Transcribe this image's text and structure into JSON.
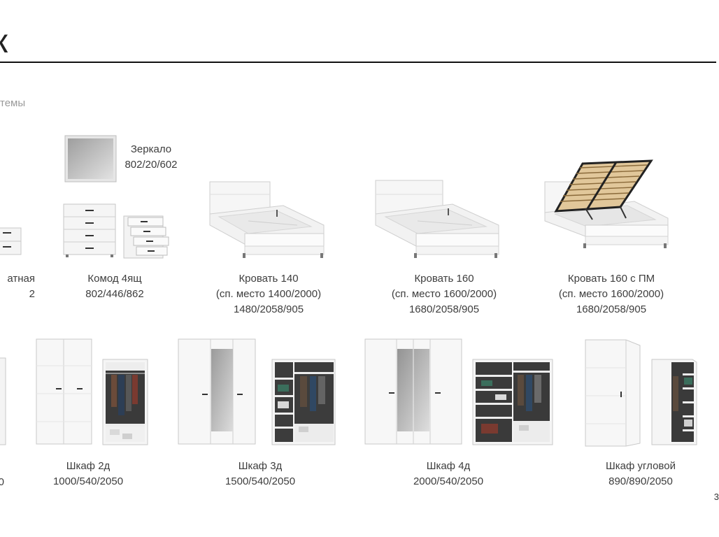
{
  "header": {
    "title": "к",
    "subtitle": "темы"
  },
  "products": {
    "mirror": {
      "name": "Зеркало",
      "dims": "802/20/602"
    },
    "partial_left_row1": {
      "name": "атная",
      "dims": "2"
    },
    "dresser4": {
      "name": "Комод 4ящ",
      "dims": "802/446/862"
    },
    "bed140": {
      "name": "Кровать 140",
      "sleep": "(сп. место 1400/2000)",
      "dims": "1480/2058/905"
    },
    "bed160": {
      "name": "Кровать 160",
      "sleep": "(сп. место 1600/2000)",
      "dims": "1680/2058/905"
    },
    "bed160pm": {
      "name": "Кровать 160 с ПМ",
      "sleep": "(сп. место 1600/2000)",
      "dims": "1680/2058/905"
    },
    "partial_left_row2": {
      "dims": "0"
    },
    "wardrobe2": {
      "name": "Шкаф 2д",
      "dims": "1000/540/2050"
    },
    "wardrobe3": {
      "name": "Шкаф 3д",
      "dims": "1500/540/2050"
    },
    "wardrobe4": {
      "name": "Шкаф 4д",
      "dims": "2000/540/2050"
    },
    "corner": {
      "name": "Шкаф угловой",
      "dims": "890/890/2050"
    }
  },
  "page": {
    "number": "3"
  }
}
